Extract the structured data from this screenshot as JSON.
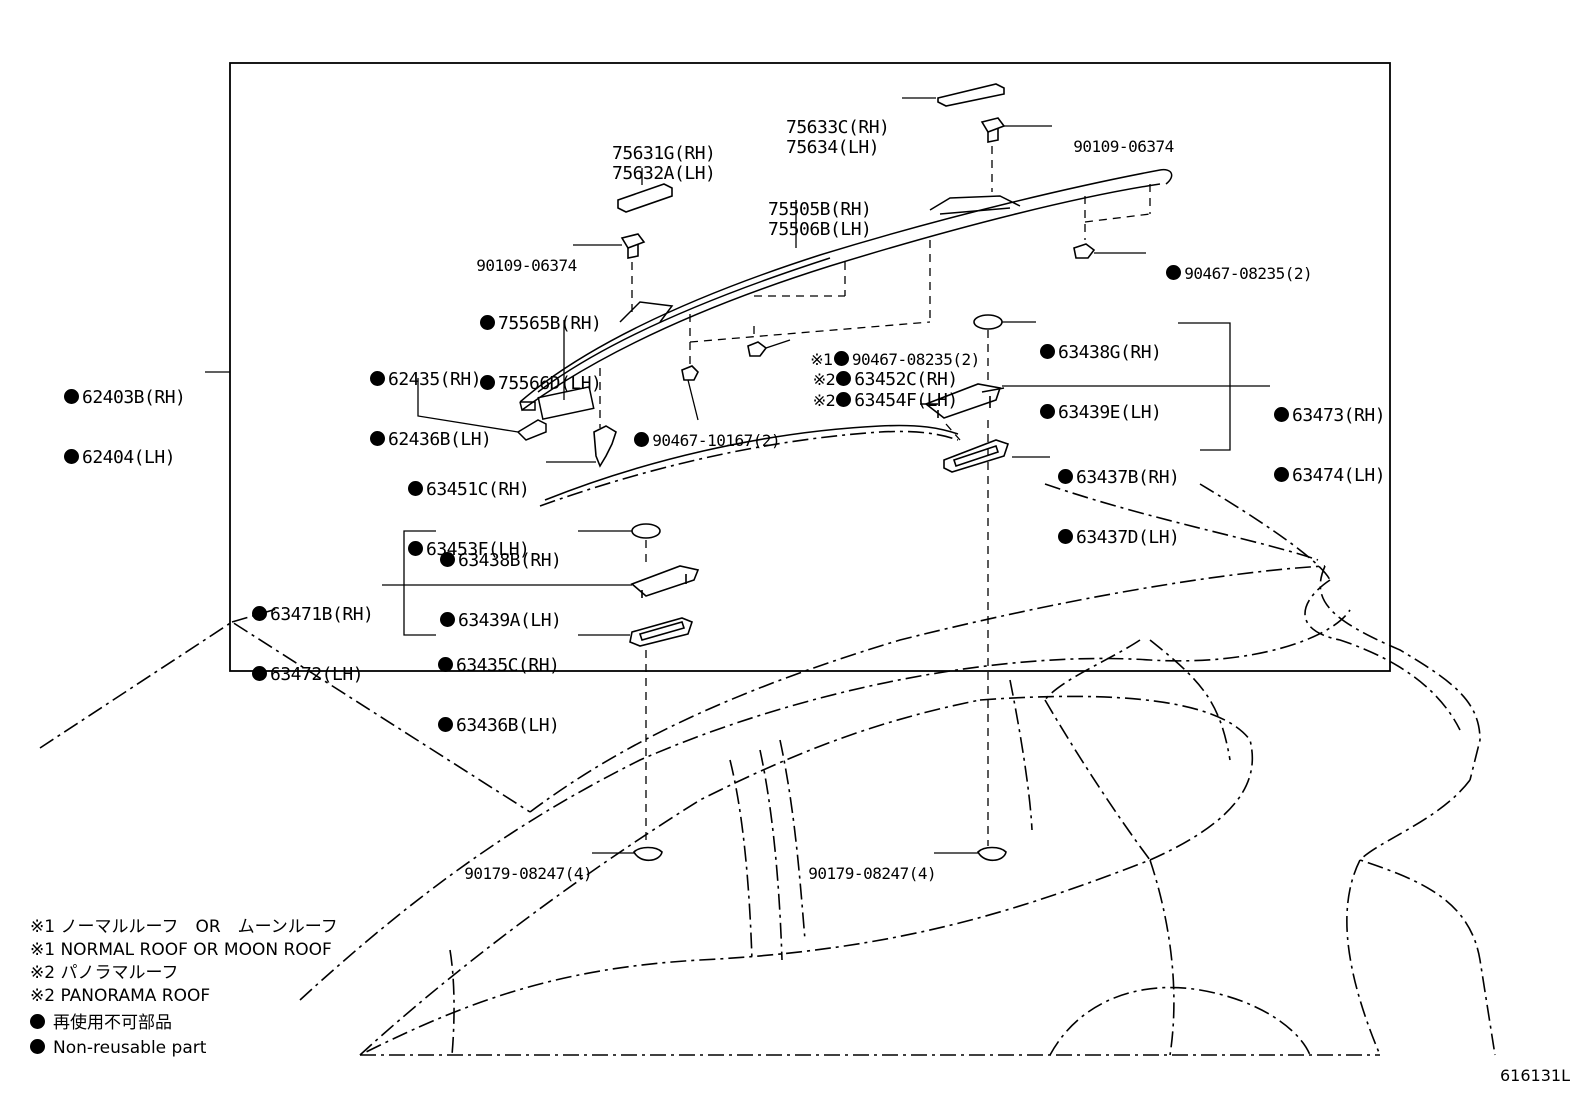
{
  "labels": {
    "p75633": [
      "75633C(RH)",
      "75634(LH)"
    ],
    "p90109_top": "90109-06374",
    "p75631": [
      "75631G(RH)",
      "75632A(LH)"
    ],
    "p75505": [
      "75505B(RH)",
      "75506B(LH)"
    ],
    "p90109_left": "90109-06374",
    "p90467_right": "90467-08235(2)",
    "p75565": [
      "75565B(RH)",
      "75566D(LH)"
    ],
    "p62435": [
      "62435(RH)",
      "62436B(LH)"
    ],
    "p62403": [
      "62403B(RH)",
      "62404(LH)"
    ],
    "p63438g": [
      "63438G(RH)",
      "63439E(LH)"
    ],
    "p90467_mid": "90467-08235(2)",
    "p63452": "63452C(RH)",
    "p63454": "63454F(LH)",
    "p63473": [
      "63473(RH)",
      "63474(LH)"
    ],
    "p90467_10167": "90467-10167(2)",
    "p63451": [
      "63451C(RH)",
      "63453F(LH)"
    ],
    "p63437": [
      "63437B(RH)",
      "63437D(LH)"
    ],
    "p63438b": [
      "63438B(RH)",
      "63439A(LH)"
    ],
    "p63471": [
      "63471B(RH)",
      "63472(LH)"
    ],
    "p63435": [
      "63435C(RH)",
      "63436B(LH)"
    ],
    "p90179_left": "90179-08247(4)",
    "p90179_right": "90179-08247(4)"
  },
  "marks": {
    "kome1": "※1",
    "kome2": "※2"
  },
  "legend": [
    "※1 ノーマルルーフ　OR　ムーンルーフ",
    "※1 NORMAL ROOF OR MOON ROOF",
    "※2 パノラマルーフ",
    "※2 PANORAMA ROOF",
    "再使用不可部品",
    "Non-reusable part"
  ],
  "illustration_ref": "616131L"
}
